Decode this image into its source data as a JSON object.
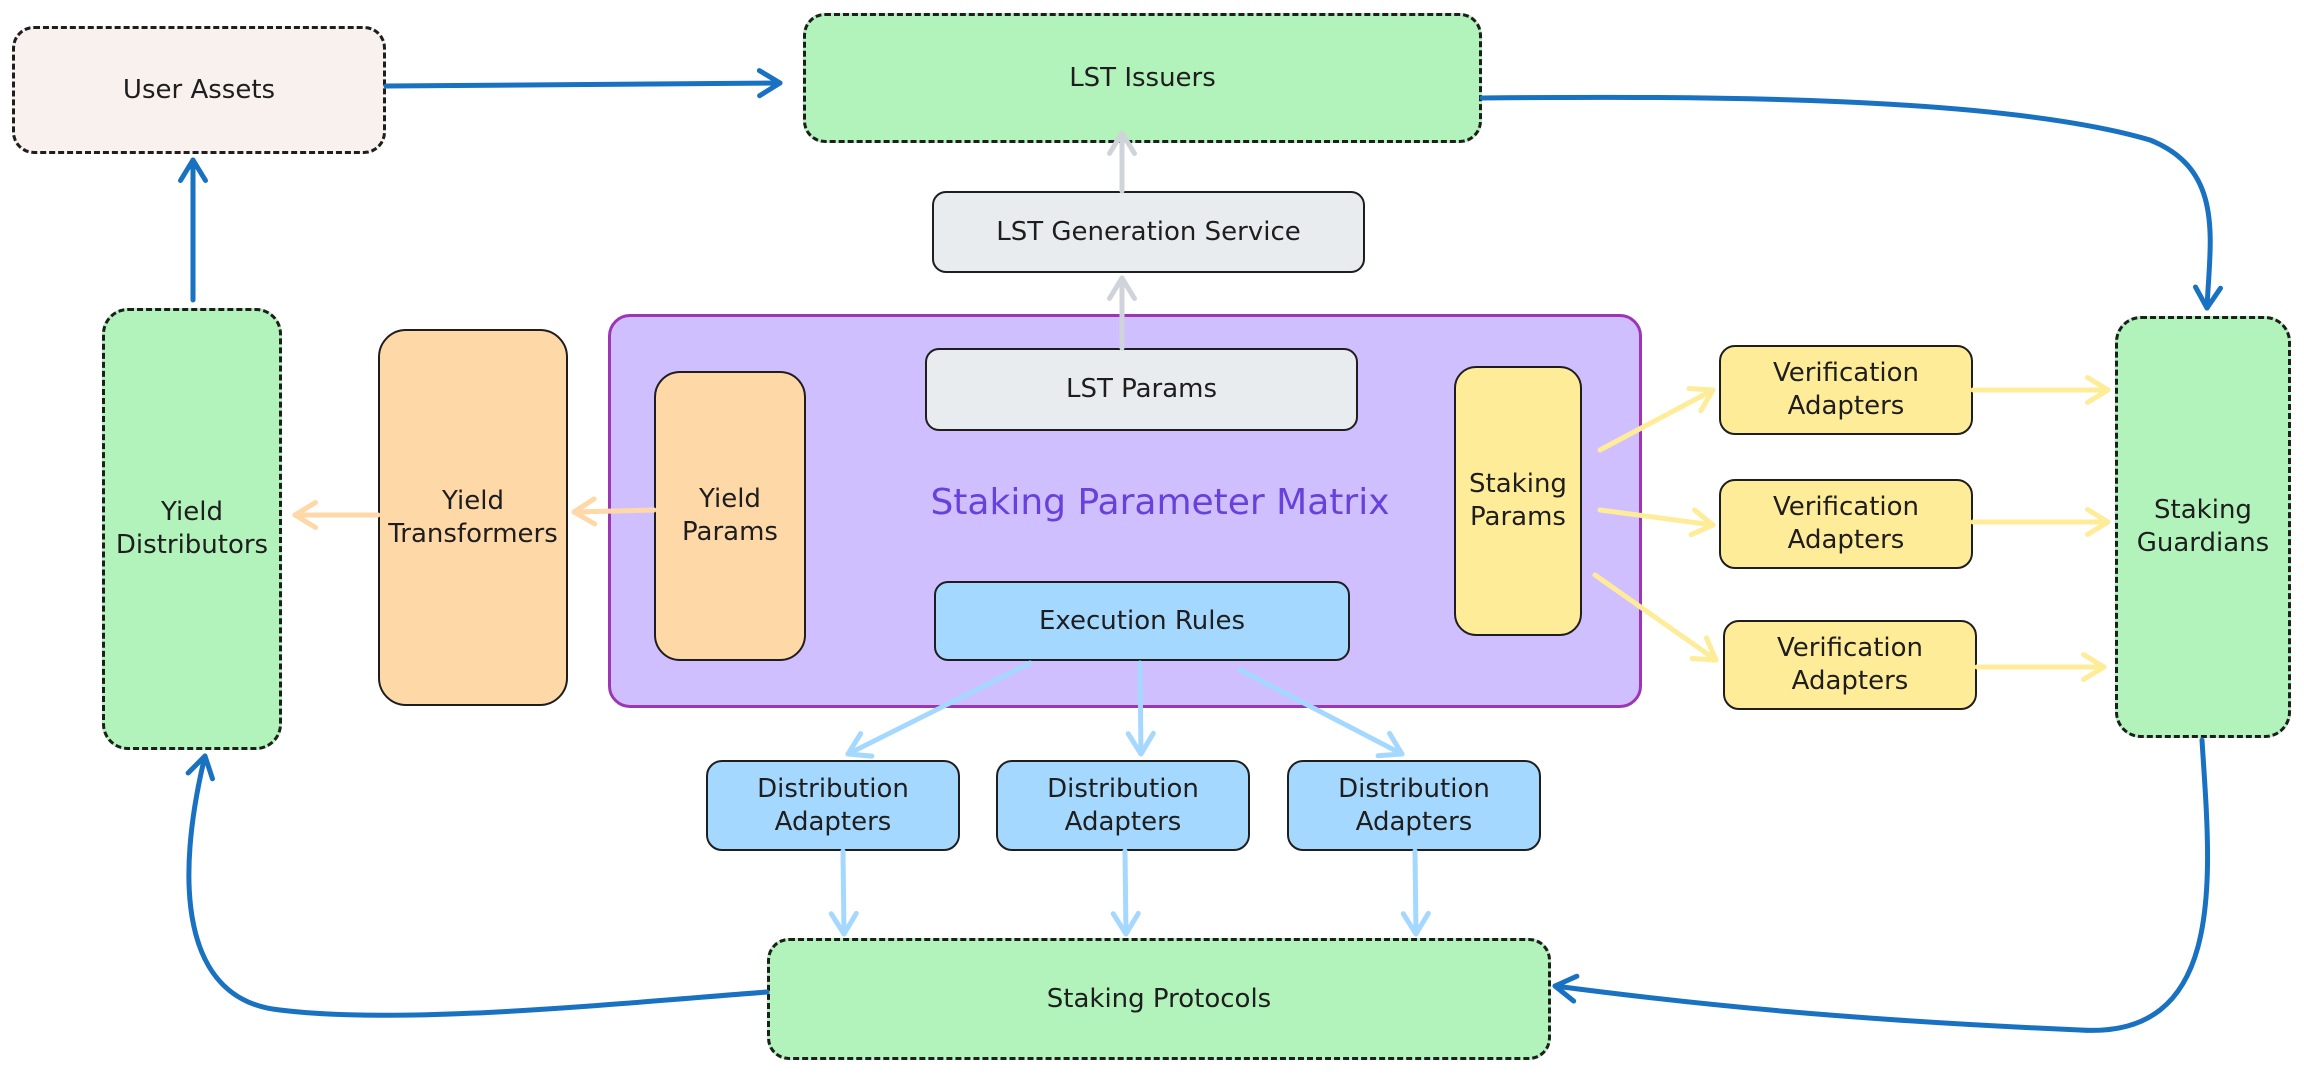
{
  "diagram": {
    "matrix_title": "Staking Parameter Matrix",
    "nodes": {
      "user_assets": "User Assets",
      "lst_issuers": "LST Issuers",
      "lst_generation_service": "LST Generation Service",
      "lst_params": "LST Params",
      "yield_distributors": "Yield\nDistributors",
      "yield_transformers": "Yield\nTransformers",
      "yield_params": "Yield\nParams",
      "staking_params": "Staking\nParams",
      "execution_rules": "Execution Rules",
      "verification_adapters": [
        "Verification\nAdapters",
        "Verification\nAdapters",
        "Verification\nAdapters"
      ],
      "staking_guardians": "Staking\nGuardians",
      "distribution_adapters": [
        "Distribution\nAdapters",
        "Distribution\nAdapters",
        "Distribution\nAdapters"
      ],
      "staking_protocols": "Staking Protocols"
    },
    "colors": {
      "main_flow": "#1971c2",
      "lst_flow": "#ced4da",
      "yield_flow": "#ffd8a8",
      "staking_flow": "#ffec99",
      "execution_flow": "#a5d8ff",
      "matrix_fill": "#d0bfff",
      "matrix_border": "#9c36b5",
      "matrix_title": "#6741d9"
    }
  }
}
